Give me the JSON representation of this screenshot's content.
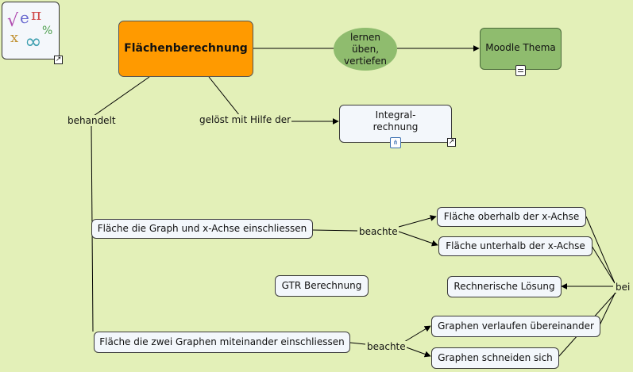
{
  "nodes": {
    "main": "Flächenberechnung",
    "oval": "lernen üben, vertiefen",
    "moodle": "Moodle Thema",
    "integral_line1": "Integral-",
    "integral_line2": "rechnung",
    "flaeche_x": "Fläche die Graph und x-Achse einschliessen",
    "oberhalb": "Fläche oberhalb der x-Achse",
    "unterhalb": "Fläche unterhalb der x-Achse",
    "gtr": "GTR Berechnung",
    "rechnerisch": "Rechnerische Lösung",
    "uebereinander": "Graphen verlaufen übereinander",
    "zwei_graphen": "Fläche die zwei Graphen miteinander einschliessen",
    "schneiden": "Graphen schneiden sich"
  },
  "labels": {
    "behandelt": "behandelt",
    "geloest": "gelöst mit Hilfe der",
    "beachte1": "beachte",
    "beachte2": "beachte",
    "bei": "bei"
  },
  "icons": {
    "logo": "math-symbols-logo-icon",
    "shortcut": "shortcut-arrow-icon",
    "note": "note-document-icon",
    "submap": "submap-tree-icon"
  },
  "colors": {
    "background": "#e3f0b8",
    "main_node": "#ff9a00",
    "green_node": "#8fbc6e",
    "topic_node": "#f3f7fb"
  }
}
